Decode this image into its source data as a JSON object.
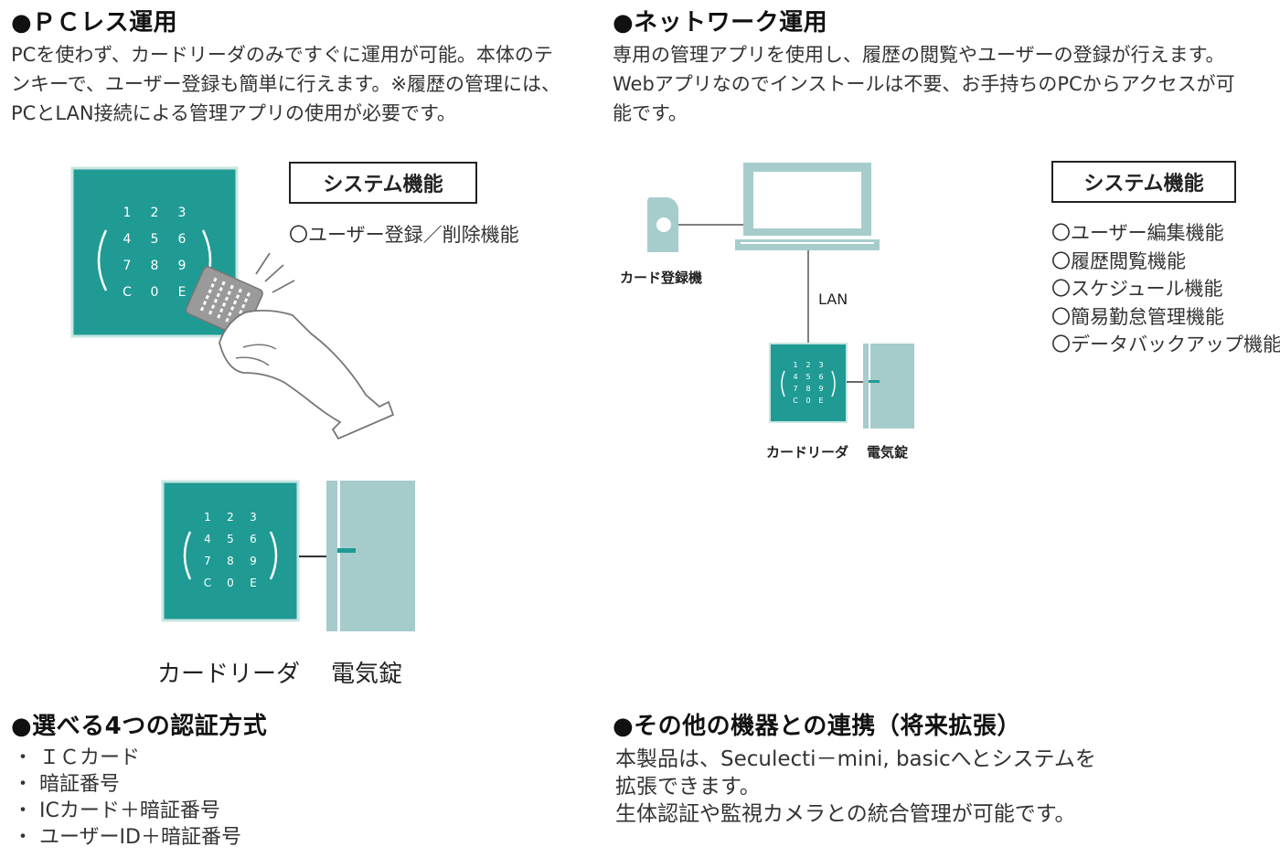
{
  "colors": {
    "teal": "#1f9b94",
    "teal_border": "#c7e6e3",
    "lock": "#a6cbcb",
    "device_light": "#a6cdcc",
    "dark_text": "#111111"
  },
  "pcless": {
    "heading": "●ＰＣレス運用",
    "body": "PCを使わず、カードリーダのみですぐに運用が可能。本体のテ\nンキーで、ユーザー登録も簡単に行えます。※履歴の管理には、\nPCとLAN接続による管理アプリの使用が必要です。",
    "system_label": "システム機能",
    "features": [
      "〇ユーザー登録／削除機能"
    ],
    "caption_reader": "カードリーダ",
    "caption_lock": "電気錠"
  },
  "network": {
    "heading": "●ネットワーク運用",
    "body": "専用の管理アプリを使用し、履歴の閲覧やユーザーの登録が行えます。\nWebアプリなのでインストールは不要、お手持ちのPCからアクセスが可\n能です。",
    "system_label": "システム機能",
    "features": [
      "〇ユーザー編集機能",
      "〇履歴閲覧機能",
      "〇スケジュール機能",
      "〇簡易勤怠管理機能",
      "〇データバックアップ機能"
    ],
    "card_registrar": "カード登録機",
    "lan": "LAN",
    "caption_reader": "カードリーダ",
    "caption_lock": "電気錠"
  },
  "keypad": [
    "1",
    "2",
    "3",
    "4",
    "5",
    "6",
    "7",
    "8",
    "9",
    "C",
    "0",
    "E"
  ],
  "auth": {
    "heading": "●選べる4つの認証方式",
    "items": [
      "・ ＩＣカード",
      "・ 暗証番号",
      "・ ICカード＋暗証番号",
      "・ ユーザーID＋暗証番号"
    ]
  },
  "future": {
    "heading": "●その他の機器との連携（将来拡張）",
    "body": "本製品は、Seculecti－mini, basicへとシステムを\n拡張できます。\n生体認証や監視カメラとの統合管理が可能です。"
  }
}
